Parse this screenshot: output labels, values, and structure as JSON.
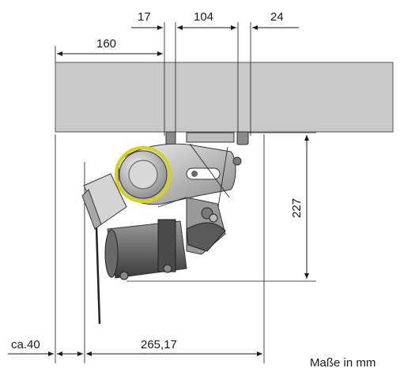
{
  "dimensions": {
    "d17": "17",
    "d104": "104",
    "d24": "24",
    "d160": "160",
    "d227": "227",
    "d26517": "265,17",
    "dca40": "ca.40"
  },
  "note": "Maße in mm",
  "colors": {
    "beam": "#c9c9c9",
    "mechanism_dark": "#555555",
    "mechanism_mid": "#8c8c8c",
    "mechanism_light": "#d4d4d4",
    "ring": "#d6d21a",
    "lines": "#1a1a1a"
  }
}
